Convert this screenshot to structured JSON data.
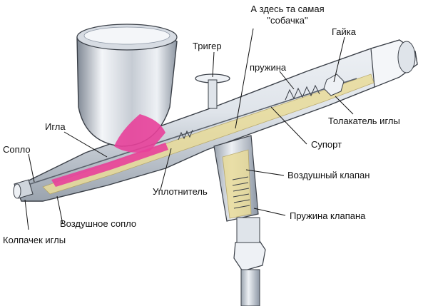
{
  "labels": {
    "sobachka_line1": "А здесь та самая",
    "sobachka_line2": "\"собачка\"",
    "triger": "Тригер",
    "gayka": "Гайка",
    "pruzhina": "пружина",
    "tolkatel": "Толакатель иглы",
    "igla": "Игла",
    "suport": "Супорт",
    "soplo": "Сопло",
    "vozdushny_klapan": "Воздушный клапан",
    "uplotnitel": "Уплотнитель",
    "pruzhina_klapana": "Пружина клапана",
    "vozdushnoe_soplo": "Воздушное сопло",
    "kolpachek": "Колпачек иглы"
  },
  "colors": {
    "paint": "#e8409a",
    "brass": "#e9dc9a",
    "metal_light": "#f2f4f7",
    "metal_dark": "#8c96a4",
    "outline": "#3a3f47"
  }
}
